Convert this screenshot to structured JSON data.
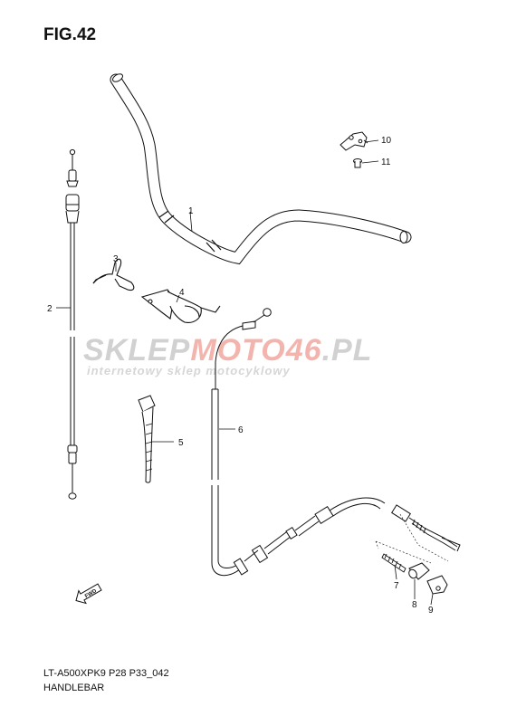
{
  "figure": {
    "title": "FIG.42",
    "model_code": "LT-A500XPK9 P28 P33_042",
    "section": "HANDLEBAR"
  },
  "parts": [
    {
      "no": "1"
    },
    {
      "no": "2"
    },
    {
      "no": "3"
    },
    {
      "no": "4"
    },
    {
      "no": "5"
    },
    {
      "no": "6"
    },
    {
      "no": "7"
    },
    {
      "no": "8"
    },
    {
      "no": "9"
    },
    {
      "no": "10"
    },
    {
      "no": "11"
    }
  ],
  "watermark": {
    "brand_a": "SKLEP",
    "brand_b": "MOTO",
    "brand_c": "46",
    "brand_d": ".PL",
    "tagline": "internetowy sklep motocyklowy",
    "color_grey": "#c9c9c9",
    "color_accent": "#f2a7a0"
  },
  "fwd_label": "FWD"
}
